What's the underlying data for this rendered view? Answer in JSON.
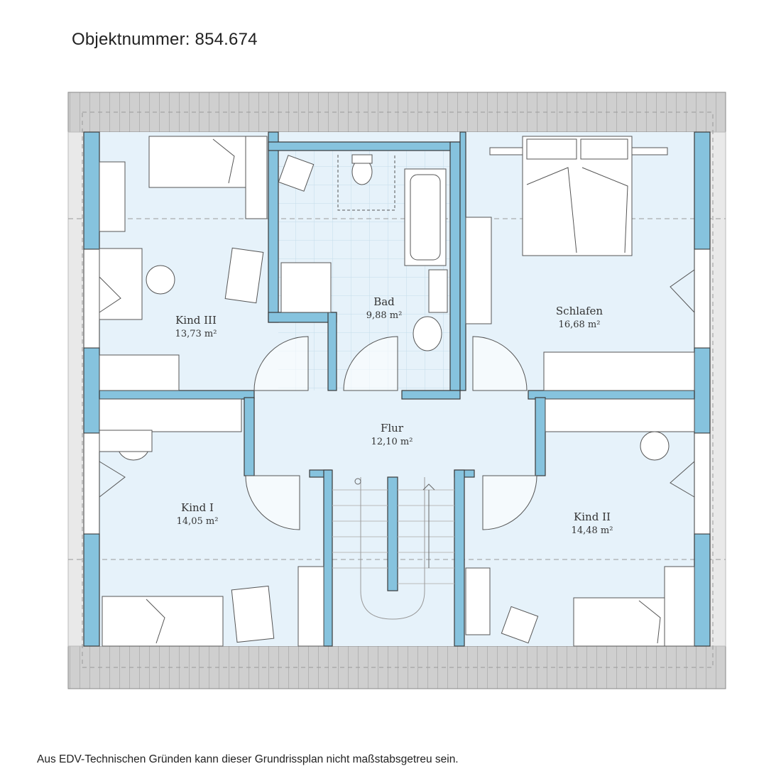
{
  "header": {
    "object_number": "Objektnummer: 854.674"
  },
  "footer": {
    "disclaimer": "Aus EDV-Technischen Gründen kann dieser Grundrissplan nicht maßstabsgetreu sein."
  },
  "colors": {
    "floor": "#e6f2fa",
    "wall": "#86c3de",
    "wall_edge": "#3a3a3a",
    "roof": "#c9c9c9",
    "furniture": "#ffffff"
  },
  "rooms": [
    {
      "id": "kind3",
      "name": "Kind III",
      "area": "13,73 m²"
    },
    {
      "id": "bad",
      "name": "Bad",
      "area": "9,88 m²"
    },
    {
      "id": "schlafen",
      "name": "Schlafen",
      "area": "16,68 m²"
    },
    {
      "id": "flur",
      "name": "Flur",
      "area": "12,10 m²"
    },
    {
      "id": "kind1",
      "name": "Kind I",
      "area": "14,05 m²"
    },
    {
      "id": "kind2",
      "name": "Kind II",
      "area": "14,48 m²"
    }
  ]
}
